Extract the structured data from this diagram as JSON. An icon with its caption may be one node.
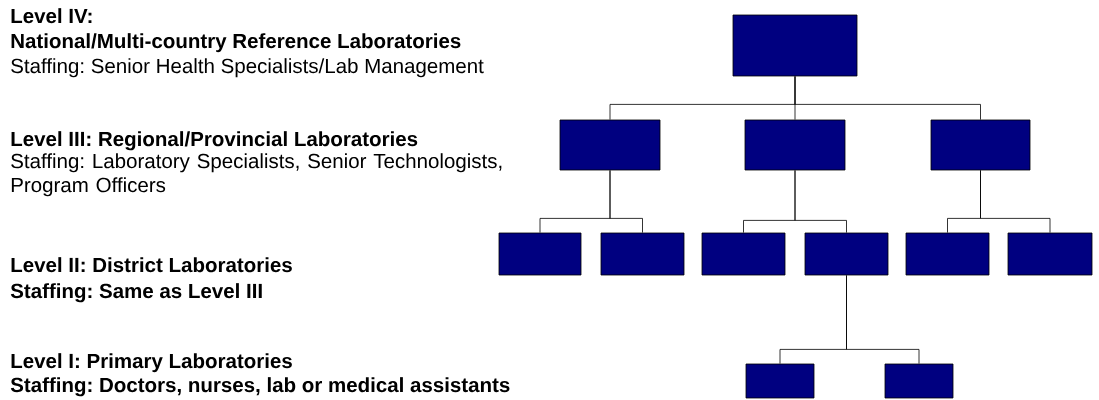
{
  "diagram": {
    "nodes": [
      {
        "text": [],
        "shape": "box"
      },
      {
        "text": [],
        "shape": "box"
      },
      {
        "text": [],
        "shape": "box"
      },
      {
        "text": [],
        "shape": "box"
      },
      {
        "text": [],
        "shape": "box"
      },
      {
        "text": [],
        "shape": "box"
      },
      {
        "text": [],
        "shape": "box"
      },
      {
        "text": [],
        "shape": "box"
      },
      {
        "text": [],
        "shape": "box"
      },
      {
        "text": [],
        "shape": "box"
      },
      {
        "text": [],
        "shape": "box"
      },
      {
        "text": [],
        "shape": "box"
      }
    ],
    "edges": [
      {
        "from": 0,
        "to": 1,
        "arrow": "none"
      },
      {
        "from": 0,
        "to": 2,
        "arrow": "none"
      },
      {
        "from": 0,
        "to": 3,
        "arrow": "none"
      },
      {
        "from": 1,
        "to": 4,
        "arrow": "none"
      },
      {
        "from": 1,
        "to": 5,
        "arrow": "none"
      },
      {
        "from": 2,
        "to": 6,
        "arrow": "none"
      },
      {
        "from": 2,
        "to": 7,
        "arrow": "none"
      },
      {
        "from": 3,
        "to": 8,
        "arrow": "none"
      },
      {
        "from": 3,
        "to": 9,
        "arrow": "none"
      },
      {
        "from": 7,
        "to": 10,
        "arrow": "none"
      },
      {
        "from": 7,
        "to": 11,
        "arrow": "none"
      }
    ],
    "labels": [
      "Level IV:",
      "National/Multi-country Reference Laboratories",
      "Staffing: Senior Health Specialists/Lab Management",
      "Level III: Regional/Provincial Laboratories",
      "Staffing: Laboratory Specialists, Senior Technologists, Program Officers",
      "Level II: District Laboratories",
      "Staffing: Same as Level III",
      "Level I: Primary Laboratories",
      "Staffing: Doctors, nurses, lab or medical assistants"
    ]
  }
}
